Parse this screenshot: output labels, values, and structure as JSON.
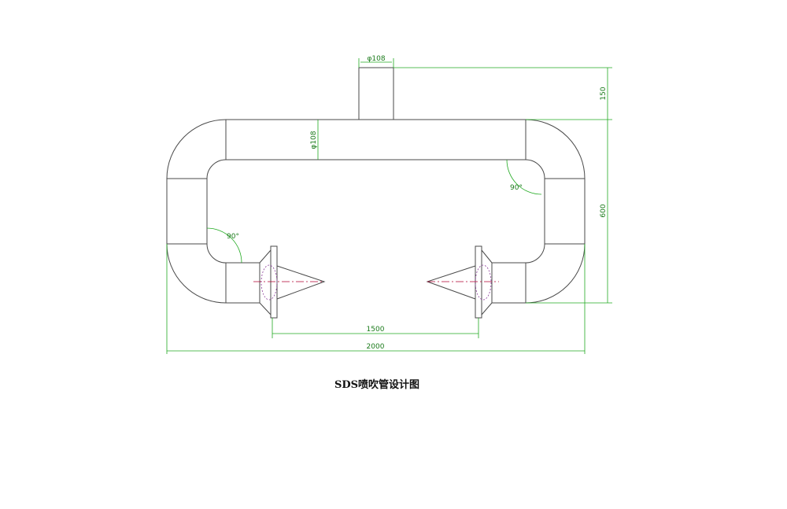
{
  "caption": "SDS喷吹管设计图",
  "dimensions": {
    "inlet_diameter": "φ108",
    "pipe_diameter": "φ108",
    "inlet_height": "150",
    "total_height": "600",
    "nozzle_distance": "1500",
    "total_width": "2000",
    "angle_left": "90°",
    "angle_right": "90°"
  },
  "colors": {
    "outline": "#4a4a4a",
    "dimension": "#22aa22",
    "center_line": "#b00030",
    "hidden_line": "#8a3a9a"
  }
}
